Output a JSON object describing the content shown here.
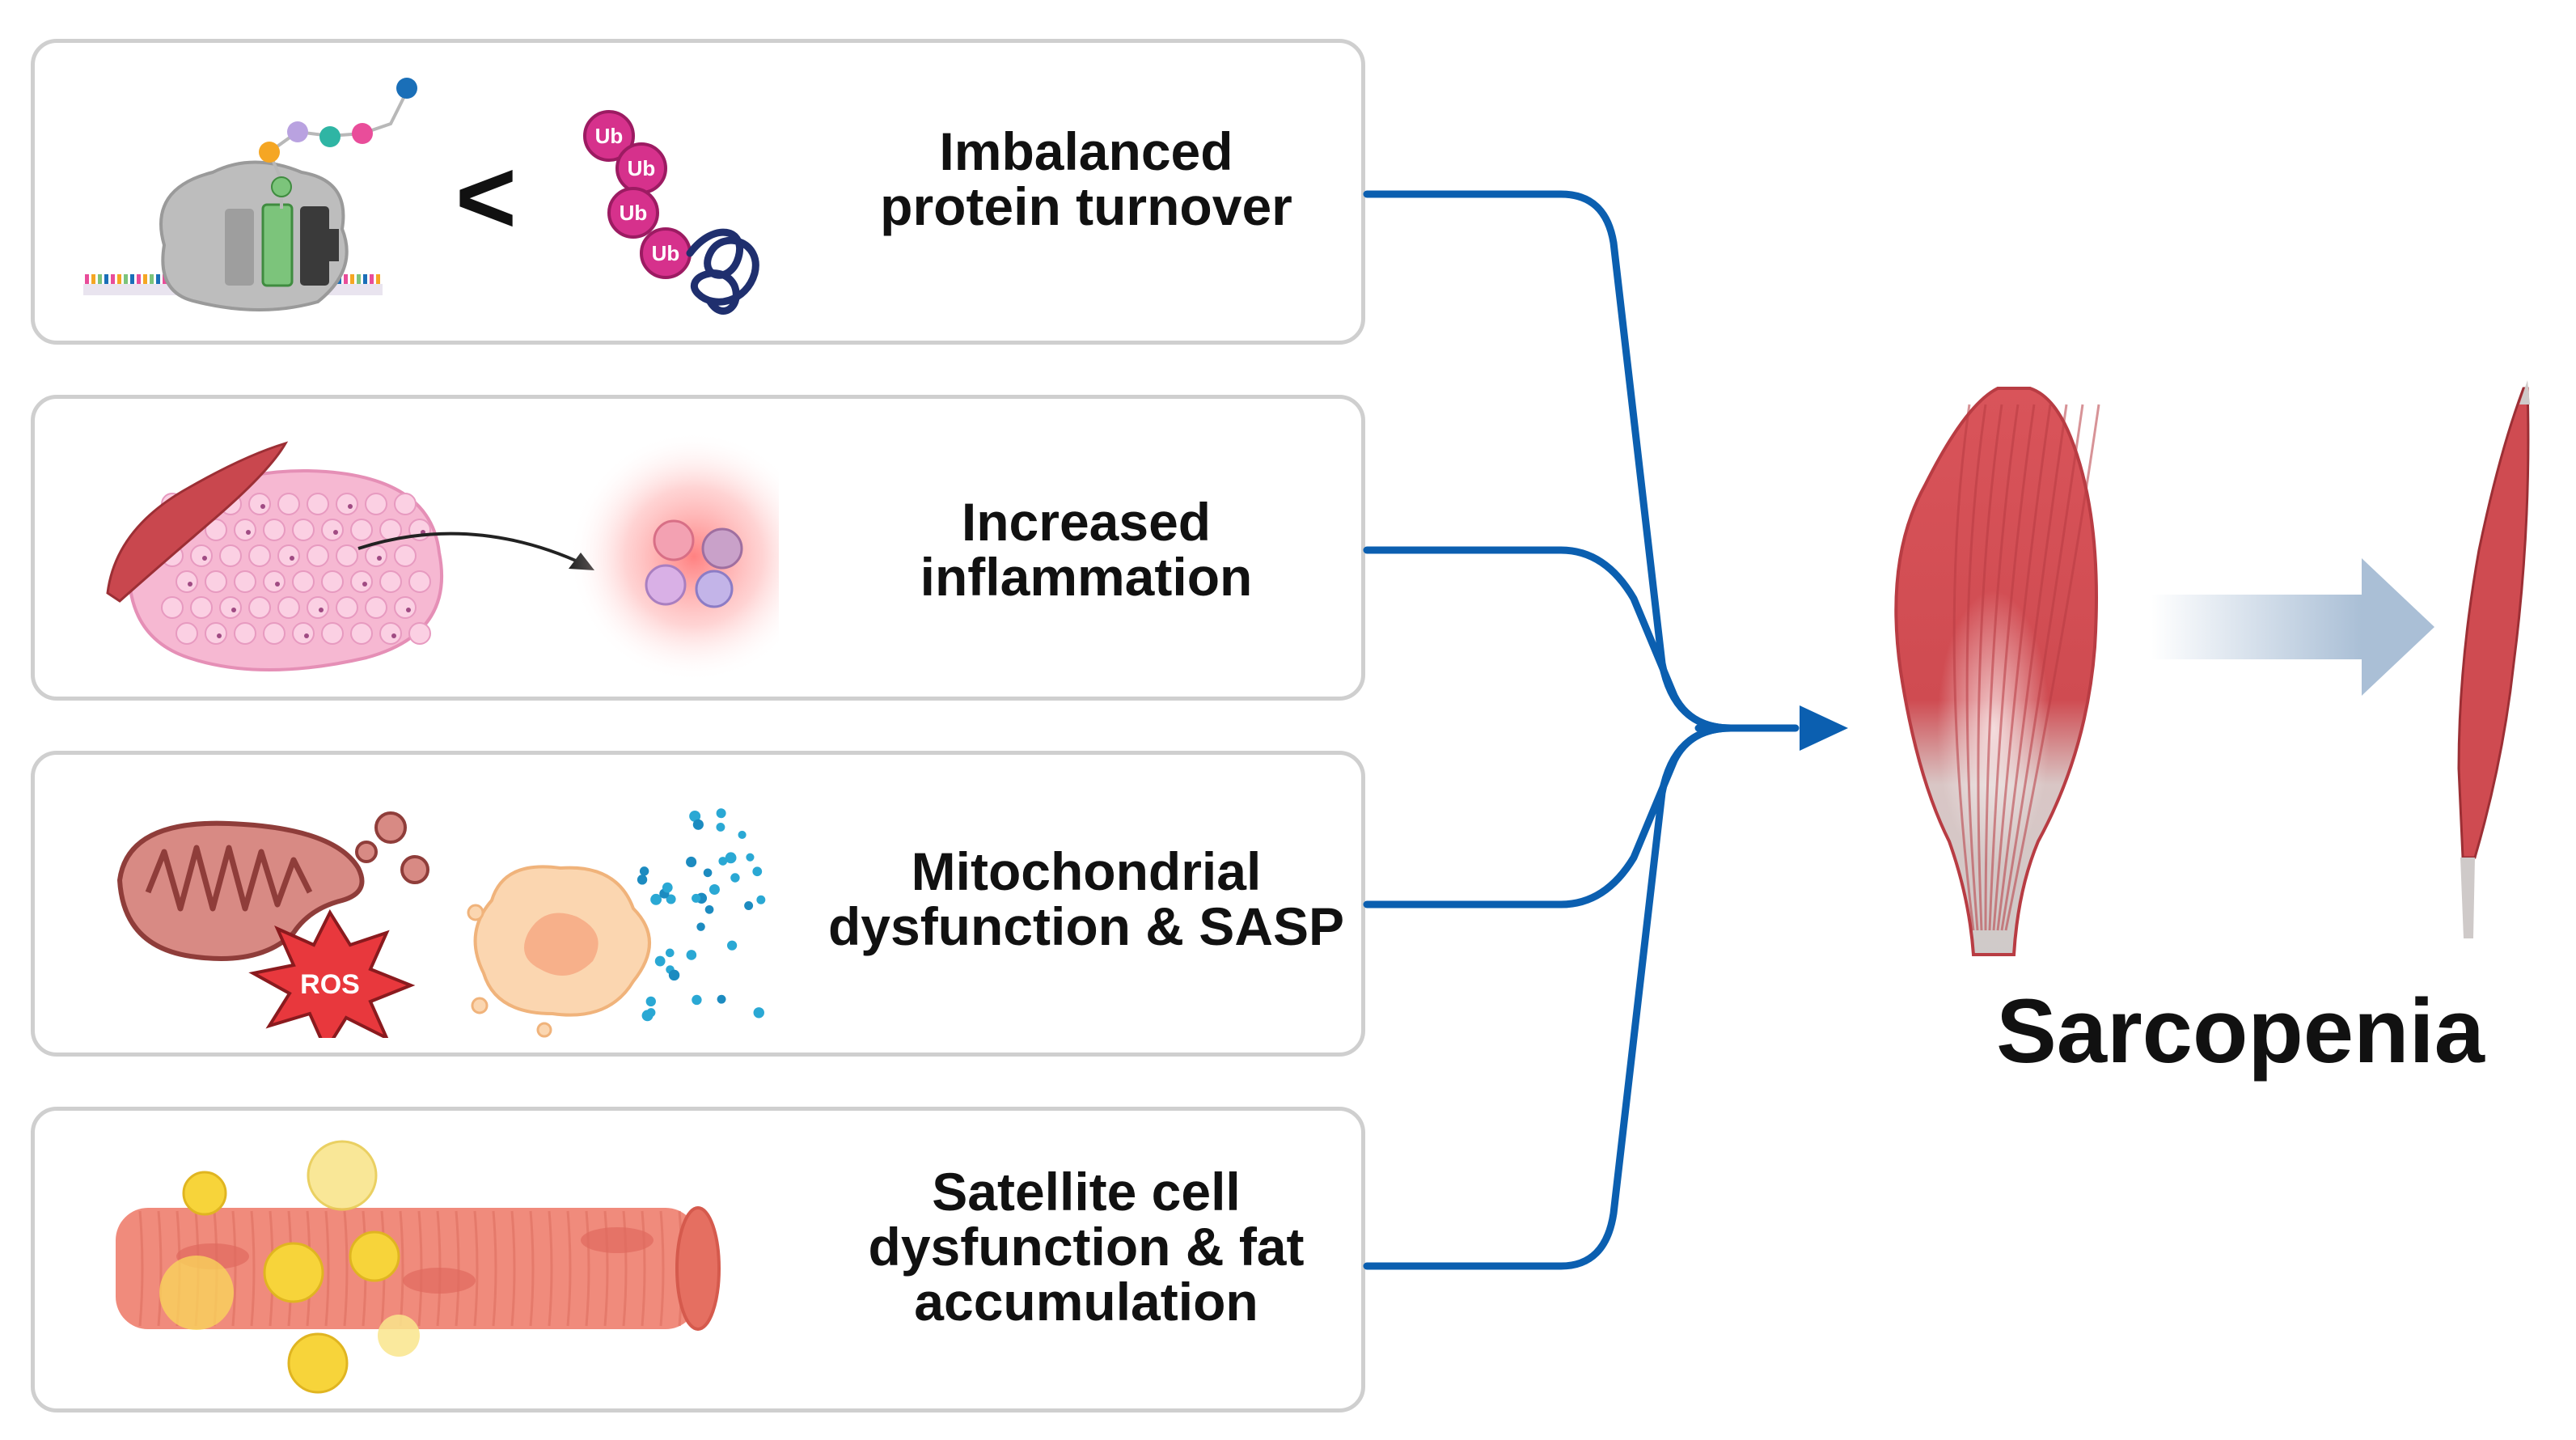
{
  "panels": [
    {
      "id": "protein-turnover",
      "label_lines": [
        "Imbalanced",
        "protein turnover"
      ]
    },
    {
      "id": "inflammation",
      "label_lines": [
        "Increased",
        "inflammation"
      ]
    },
    {
      "id": "mitochondria",
      "label_lines": [
        "Mitochondrial",
        "dysfunction & SASP"
      ]
    },
    {
      "id": "satellite",
      "label_lines": [
        "Satellite cell",
        "dysfunction & fat",
        "accumulation"
      ]
    }
  ],
  "comparison_symbol": "<",
  "ubiquitin_label": "Ub",
  "ros_label": "ROS",
  "result": {
    "label": "Sarcopenia"
  },
  "colors": {
    "connector": "#0b5fb0",
    "muscle": "#d9545a",
    "muscle_dark": "#b83c43",
    "tendon": "#cfcac9",
    "panel_border": "#cfcfcf",
    "ubiquitin": "#d6318c",
    "fat": "#f7d43a",
    "fade_arrow": "#aabfd6"
  }
}
